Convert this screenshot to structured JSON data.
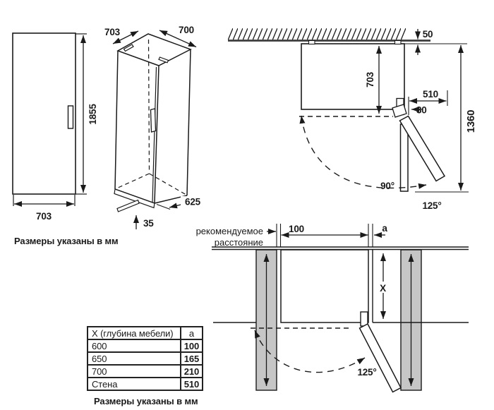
{
  "front": {
    "height": "1855",
    "width": "703",
    "caption": "Размеры указаны в мм"
  },
  "iso": {
    "depth_top": "703",
    "width_top": "700",
    "depth_bottom": "625",
    "base_height": "35"
  },
  "swing": {
    "wall_gap": "50",
    "depth_total": "703",
    "door_projection": "510",
    "hinge_offset": "30",
    "overall_depth": "1360",
    "angle_open_90": "90°",
    "angle_open_max": "125°"
  },
  "niche": {
    "recommended_1": "рекомендуемое",
    "recommended_2": "расстояние",
    "gap_front": "100",
    "gap_side": "a",
    "furniture_depth": "X",
    "angle_open": "125°"
  },
  "table": {
    "header": [
      "X (глубина мебели)",
      "a"
    ],
    "rows": [
      [
        "600",
        "100"
      ],
      [
        "650",
        "165"
      ],
      [
        "700",
        "210"
      ],
      [
        "Стена",
        "510"
      ]
    ]
  },
  "caption_bottom": "Размеры указаны в мм",
  "colors": {
    "line": "#1a1a1a",
    "furniture_fill": "#c6c6c6",
    "wall_line": "#3d3d3d"
  }
}
